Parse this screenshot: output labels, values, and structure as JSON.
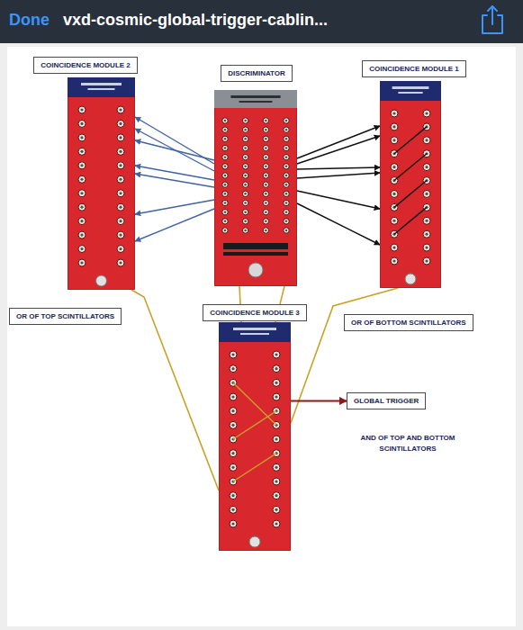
{
  "diagram": {
    "nodes": [
      {
        "text": [
          "COINCIDENCE MODULE 2"
        ]
      },
      {
        "text": [
          "DISCRIMINATOR"
        ]
      },
      {
        "text": [
          "COINCIDENCE MODULE 1"
        ]
      },
      {
        "text": [
          "OR OF TOP SCINTILLATORS"
        ]
      },
      {
        "text": [
          "COINCIDENCE MODULE 3"
        ]
      },
      {
        "text": [
          "OR OF BOTTOM SCINTILLATORS"
        ]
      },
      {
        "text": [
          "GLOBAL TRIGGER"
        ]
      },
      {
        "text": [
          "AND OF TOP AND BOTTOM SCINTILLATORS"
        ]
      }
    ],
    "edges": [
      {
        "from": 1,
        "to": 0,
        "arrow": "to"
      },
      {
        "from": 1,
        "to": 0,
        "arrow": "to"
      },
      {
        "from": 1,
        "to": 0,
        "arrow": "to"
      },
      {
        "from": 1,
        "to": 0,
        "arrow": "to"
      },
      {
        "from": 1,
        "to": 0,
        "arrow": "to"
      },
      {
        "from": 1,
        "to": 0,
        "arrow": "to"
      },
      {
        "from": 1,
        "to": 0,
        "arrow": "to"
      },
      {
        "from": 1,
        "to": 2,
        "arrow": "to"
      },
      {
        "from": 1,
        "to": 2,
        "arrow": "to"
      },
      {
        "from": 1,
        "to": 2,
        "arrow": "to"
      },
      {
        "from": 1,
        "to": 2,
        "arrow": "to"
      },
      {
        "from": 1,
        "to": 2,
        "arrow": "to"
      },
      {
        "from": 1,
        "to": 2,
        "arrow": "to"
      },
      {
        "from": 0,
        "to": 4,
        "arrow": "none"
      },
      {
        "from": 1,
        "to": 4,
        "arrow": "none"
      },
      {
        "from": 1,
        "to": 4,
        "arrow": "none"
      },
      {
        "from": 2,
        "to": 4,
        "arrow": "none"
      },
      {
        "from": 4,
        "to": 6,
        "arrow": "to"
      }
    ],
    "labels": [
      "Done",
      "vxd-cosmic-global-trigger-cablin..."
    ]
  }
}
